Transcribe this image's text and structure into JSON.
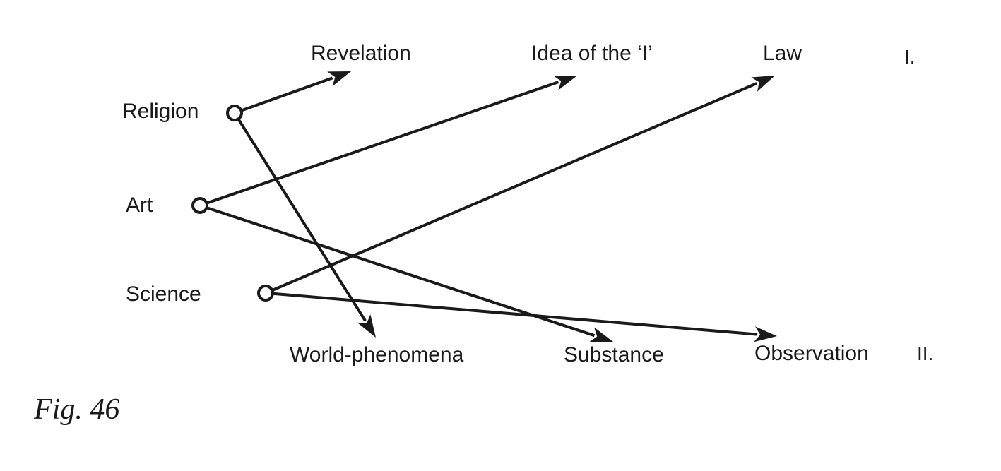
{
  "figure": {
    "caption": "Fig. 46",
    "sources": [
      {
        "id": "religion",
        "label": "Religion"
      },
      {
        "id": "art",
        "label": "Art"
      },
      {
        "id": "science",
        "label": "Science"
      }
    ],
    "targets_top": [
      {
        "id": "revelation",
        "label": "Revelation"
      },
      {
        "id": "idea",
        "label": "Idea of the ‘I’"
      },
      {
        "id": "law",
        "label": "Law"
      }
    ],
    "targets_bottom": [
      {
        "id": "world",
        "label": "World-phenomena"
      },
      {
        "id": "substance",
        "label": "Substance"
      },
      {
        "id": "observation",
        "label": "Observation"
      }
    ],
    "row_labels": {
      "top": "I.",
      "bottom": "II."
    },
    "connections": [
      {
        "from": "religion",
        "to": "revelation"
      },
      {
        "from": "religion",
        "to": "world"
      },
      {
        "from": "art",
        "to": "idea"
      },
      {
        "from": "art",
        "to": "substance"
      },
      {
        "from": "science",
        "to": "law"
      },
      {
        "from": "science",
        "to": "observation"
      }
    ]
  }
}
